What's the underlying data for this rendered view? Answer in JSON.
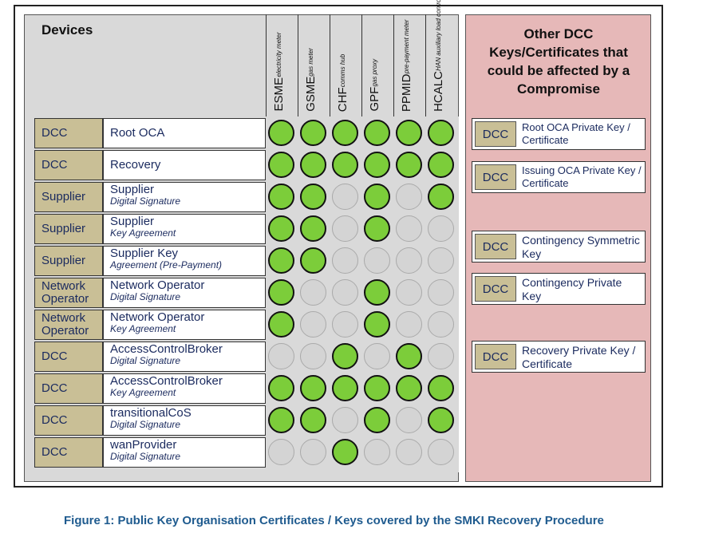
{
  "left_panel": {
    "title": "Devices",
    "devices": [
      {
        "name": "ESME",
        "sub": "electricity meter"
      },
      {
        "name": "GSME",
        "sub": "gas meter"
      },
      {
        "name": "CHF",
        "sub": "comms hub"
      },
      {
        "name": "GPF",
        "sub": "gas proxy"
      },
      {
        "name": "PPMID",
        "sub": "pre-payment meter"
      },
      {
        "name": "HCALC",
        "sub": "HAN auxiliary load control"
      }
    ],
    "rows": [
      {
        "category": "DCC",
        "name": "Root OCA",
        "sub": "",
        "coverage": [
          1,
          1,
          1,
          1,
          1,
          1
        ]
      },
      {
        "category": "DCC",
        "name": "Recovery",
        "sub": "",
        "coverage": [
          1,
          1,
          1,
          1,
          1,
          1
        ]
      },
      {
        "category": "Supplier",
        "name": "Supplier",
        "sub": "Digital Signature",
        "coverage": [
          1,
          1,
          0,
          1,
          0,
          1
        ]
      },
      {
        "category": "Supplier",
        "name": "Supplier",
        "sub": "Key Agreement",
        "coverage": [
          1,
          1,
          0,
          1,
          0,
          0
        ]
      },
      {
        "category": "Supplier",
        "name": "Supplier Key",
        "sub": "Agreement (Pre-Payment)",
        "coverage": [
          1,
          1,
          0,
          0,
          0,
          0
        ]
      },
      {
        "category": "Network Operator",
        "name": "Network Operator",
        "sub": "Digital Signature",
        "coverage": [
          1,
          0,
          0,
          1,
          0,
          0
        ]
      },
      {
        "category": "Network Operator",
        "name": "Network Operator",
        "sub": "Key Agreement",
        "coverage": [
          1,
          0,
          0,
          1,
          0,
          0
        ]
      },
      {
        "category": "DCC",
        "name": "AccessControlBroker",
        "sub": "Digital Signature",
        "coverage": [
          0,
          0,
          1,
          0,
          1,
          0
        ]
      },
      {
        "category": "DCC",
        "name": "AccessControlBroker",
        "sub": "Key Agreement",
        "coverage": [
          1,
          1,
          1,
          1,
          1,
          1
        ]
      },
      {
        "category": "DCC",
        "name": "transitionalCoS",
        "sub": "Digital Signature",
        "coverage": [
          1,
          1,
          0,
          1,
          0,
          1
        ]
      },
      {
        "category": "DCC",
        "name": "wanProvider",
        "sub": "Digital Signature",
        "coverage": [
          0,
          0,
          1,
          0,
          0,
          0
        ]
      }
    ]
  },
  "right_panel": {
    "title": "Other DCC Keys/Certificates that could be affected by a Compromise",
    "keys": [
      {
        "category": "DCC",
        "label": "Root OCA Private Key / Certificate"
      },
      {
        "category": "DCC",
        "label": "Issuing OCA Private Key / Certificate"
      },
      {
        "category": "DCC",
        "label": "Contingency Symmetric Key"
      },
      {
        "category": "DCC",
        "label": "Contingency Private Key"
      },
      {
        "category": "DCC",
        "label": "Recovery Private Key / Certificate"
      }
    ]
  },
  "caption": "Figure 1: Public Key Organisation Certificates / Keys covered by the SMKI Recovery Procedure",
  "colors": {
    "covered": "#7ccd3a",
    "not_covered": "#d4d4d4",
    "category": "#c9bf96",
    "right_panel": "#e6b8b8"
  }
}
